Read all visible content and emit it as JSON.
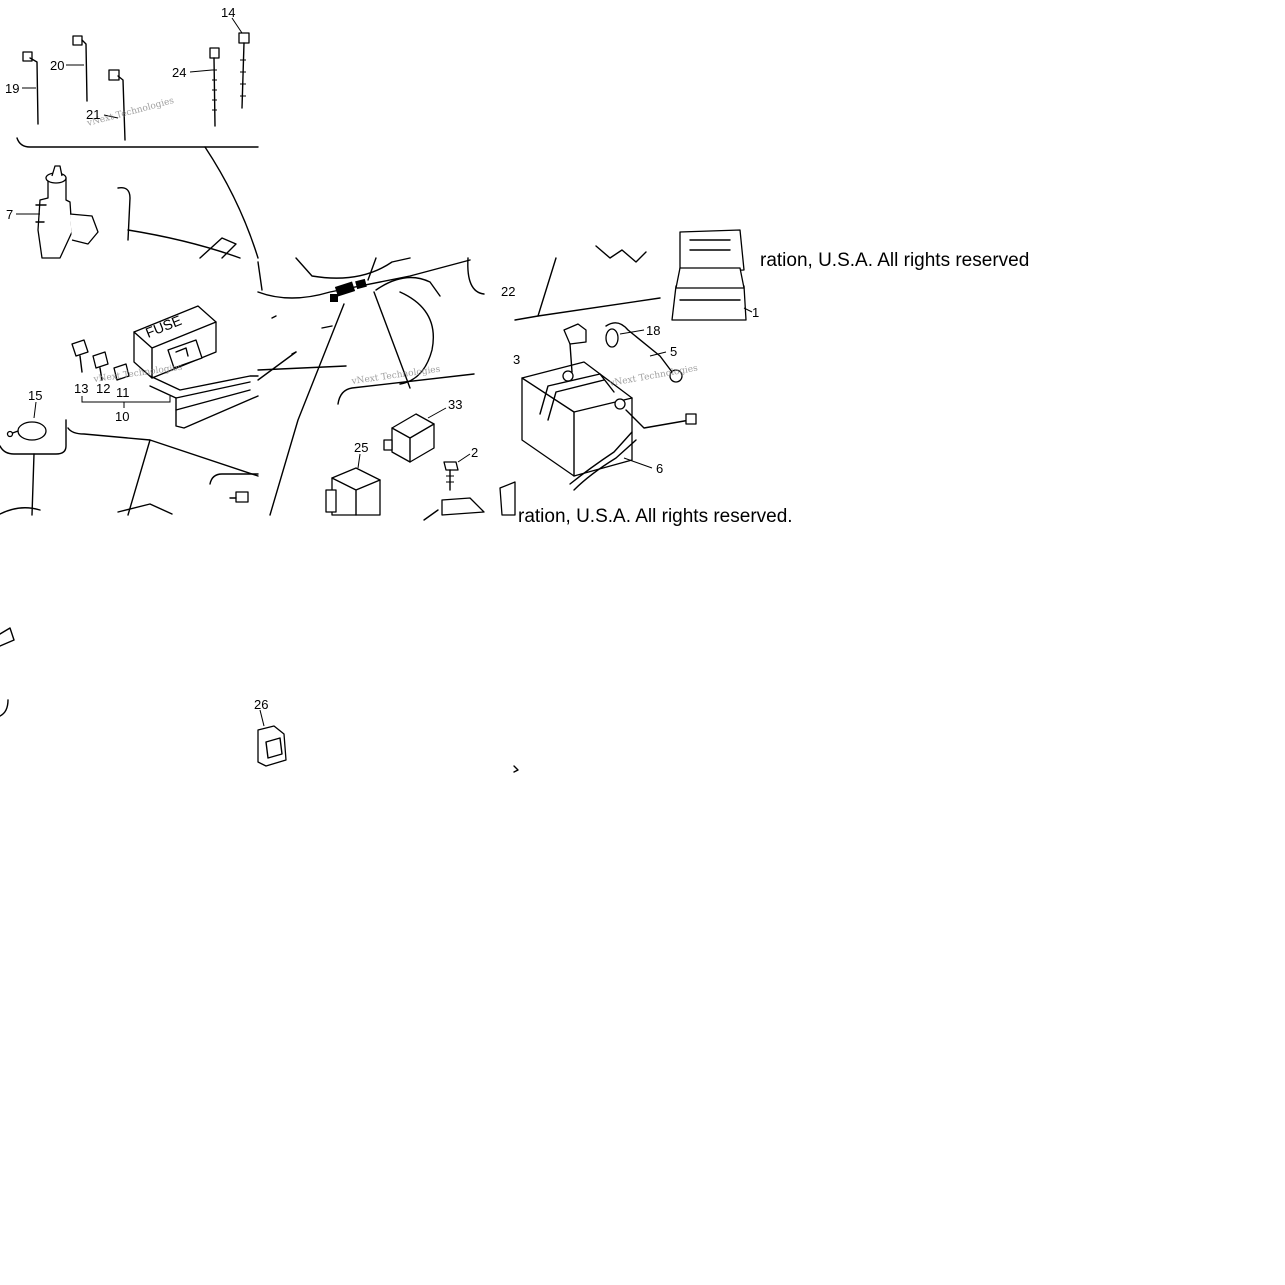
{
  "callouts": [
    "19",
    "20",
    "21",
    "14",
    "24",
    "7",
    "13",
    "12",
    "11",
    "10",
    "15",
    "33",
    "25",
    "2",
    "22",
    "3",
    "18",
    "5",
    "6",
    "1",
    "26"
  ],
  "fuse_label": "FUSE",
  "watermark": "vNext Technologies",
  "copyright_a": "ration, U.S.A. All rights reserved",
  "copyright_b": "ration, U.S.A. All rights reserved."
}
